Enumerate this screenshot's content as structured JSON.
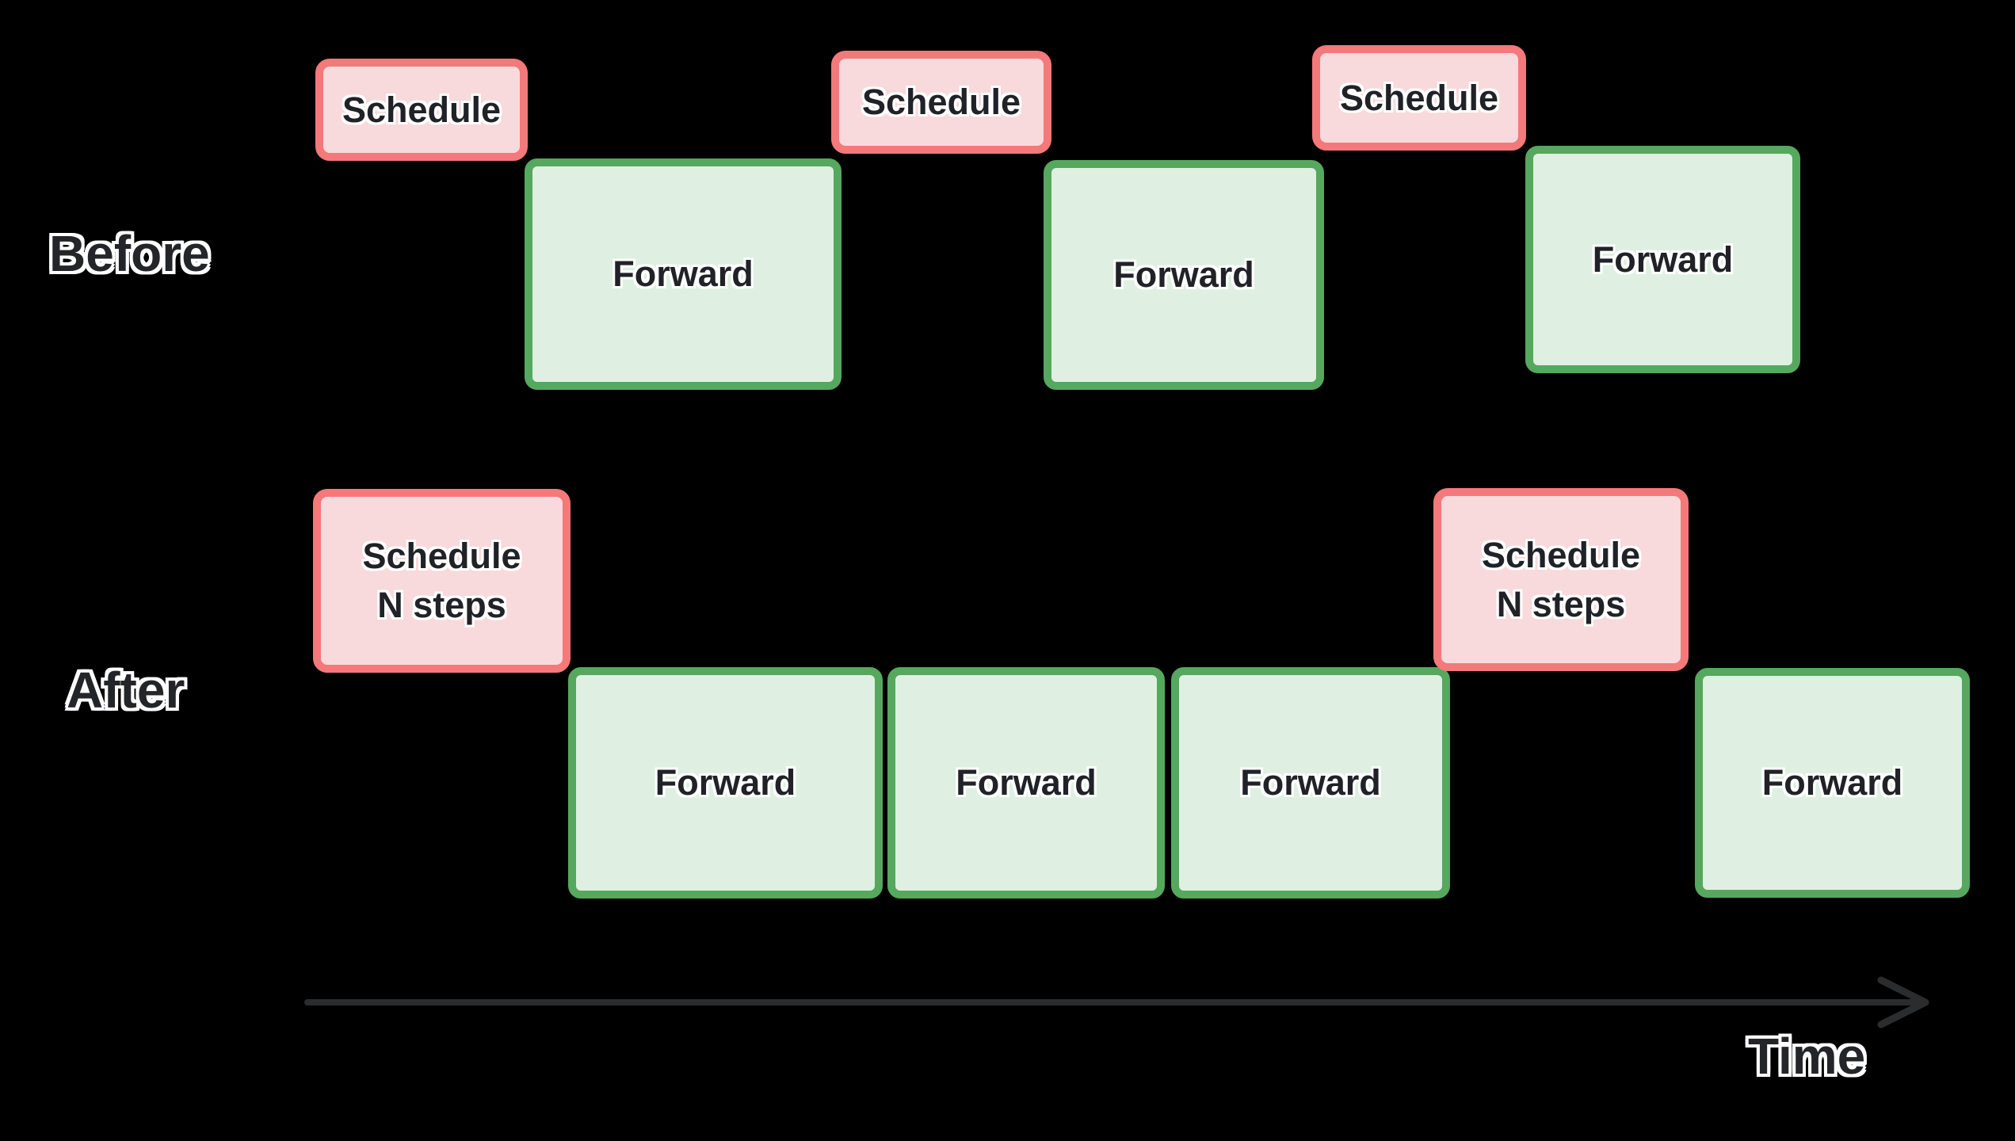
{
  "colors": {
    "bg": "#000000",
    "schedule_fill": "#f8d9dc",
    "schedule_border": "#f3797a",
    "forward_fill": "#dff0e2",
    "forward_border": "#55a85d",
    "box_text": "#212227",
    "label_text": "#242528",
    "text_halo": "#ffffff",
    "arrow": "#2b2c2e"
  },
  "diagram": {
    "before": {
      "label": "Before",
      "boxes": [
        {
          "type": "schedule",
          "label": "Schedule"
        },
        {
          "type": "forward",
          "label": "Forward"
        },
        {
          "type": "schedule",
          "label": "Schedule"
        },
        {
          "type": "forward",
          "label": "Forward"
        },
        {
          "type": "schedule",
          "label": "Schedule"
        },
        {
          "type": "forward",
          "label": "Forward"
        }
      ]
    },
    "after": {
      "label": "After",
      "boxes": [
        {
          "type": "schedule",
          "line1": "Schedule",
          "line2": "N steps"
        },
        {
          "type": "forward",
          "label": "Forward"
        },
        {
          "type": "forward",
          "label": "Forward"
        },
        {
          "type": "forward",
          "label": "Forward"
        },
        {
          "type": "schedule",
          "line1": "Schedule",
          "line2": "N steps"
        },
        {
          "type": "forward",
          "label": "Forward"
        }
      ]
    },
    "time_axis": {
      "label": "Time"
    }
  }
}
